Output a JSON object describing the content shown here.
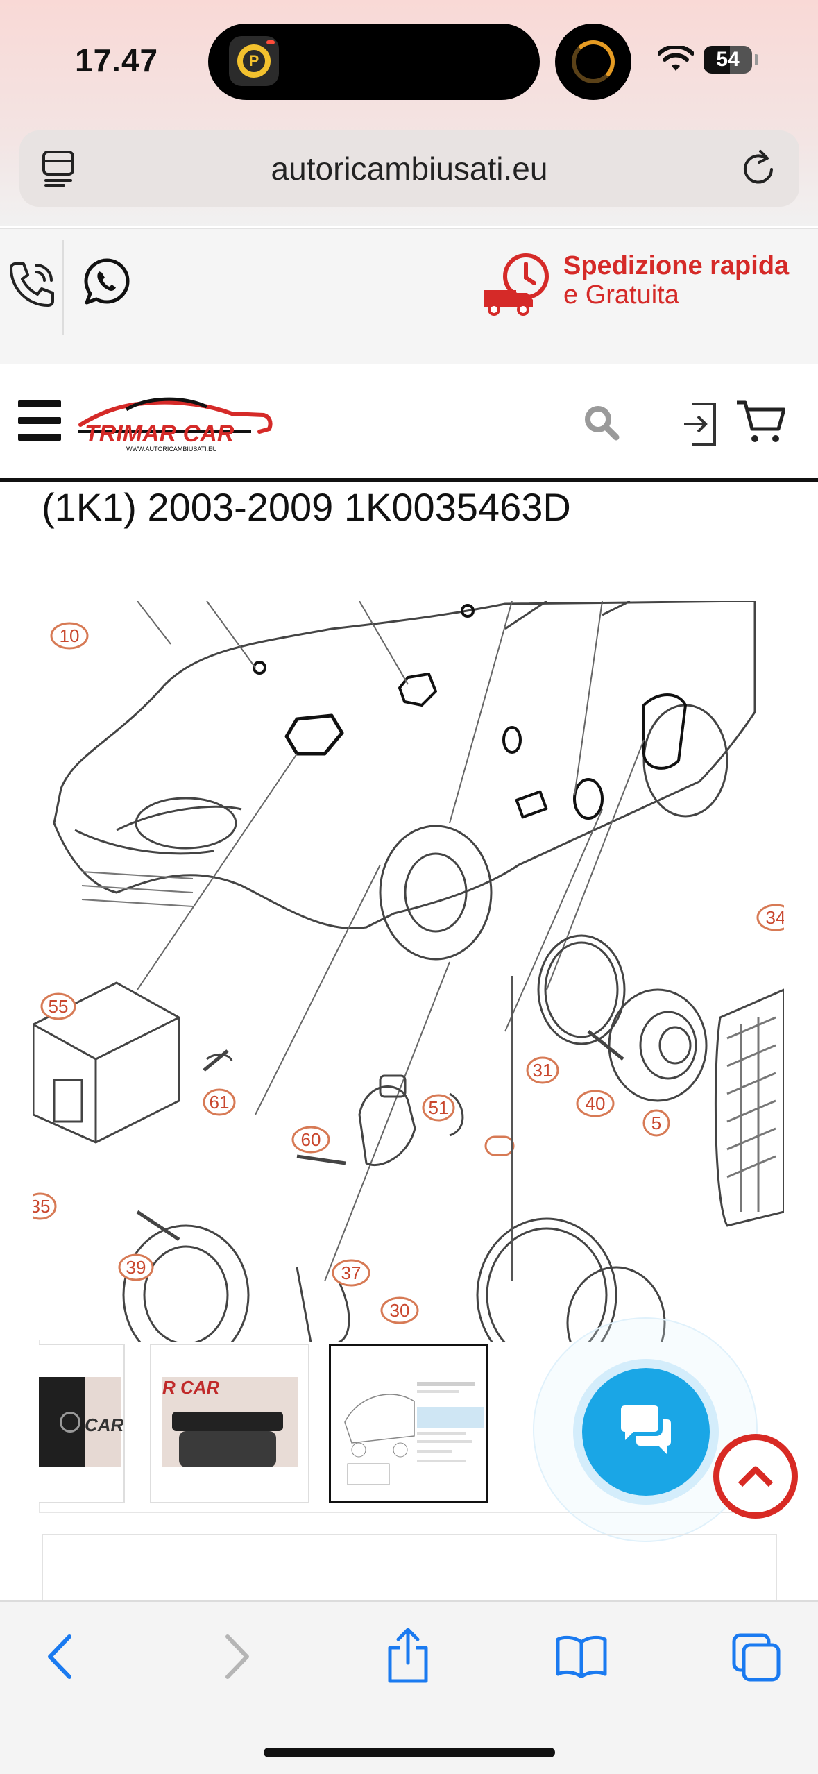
{
  "status_bar": {
    "time": "17.47",
    "battery": "54"
  },
  "browser": {
    "url": "autoricambiusati.eu"
  },
  "contact_bar": {
    "shipping_line1": "Spedizione rapida",
    "shipping_line2": "e Gratuita"
  },
  "header": {
    "logo_text": "TRIMAR CAR",
    "logo_subtext": "WWW.AUTORICAMBIUSATI.EU"
  },
  "product": {
    "title_visible": "(1K1) 2003-2009 1K0035463D"
  },
  "diagram_callouts": [
    "10",
    "55",
    "61",
    "60",
    "51",
    "39",
    "37",
    "30",
    "31",
    "40",
    "5",
    "34",
    "35"
  ],
  "thumbnails": [
    {
      "label": "thumbnail-1",
      "active": false
    },
    {
      "label": "thumbnail-2",
      "active": false
    },
    {
      "label": "thumbnail-3",
      "active": true
    }
  ],
  "thumb_text": {
    "car_1": "CAR",
    "car_2": "R CAR"
  },
  "colors": {
    "brand_red": "#d52a28",
    "chat_blue": "#1aa6e6",
    "accent_dark": "#111111"
  },
  "icons": [
    "phone-icon",
    "whatsapp-icon",
    "delivery-truck-icon",
    "menu-icon",
    "search-icon",
    "login-icon",
    "cart-icon",
    "chat-icon",
    "arrow-up-icon",
    "back-icon",
    "forward-icon",
    "share-icon",
    "bookmarks-icon",
    "tabs-icon",
    "reload-icon"
  ]
}
